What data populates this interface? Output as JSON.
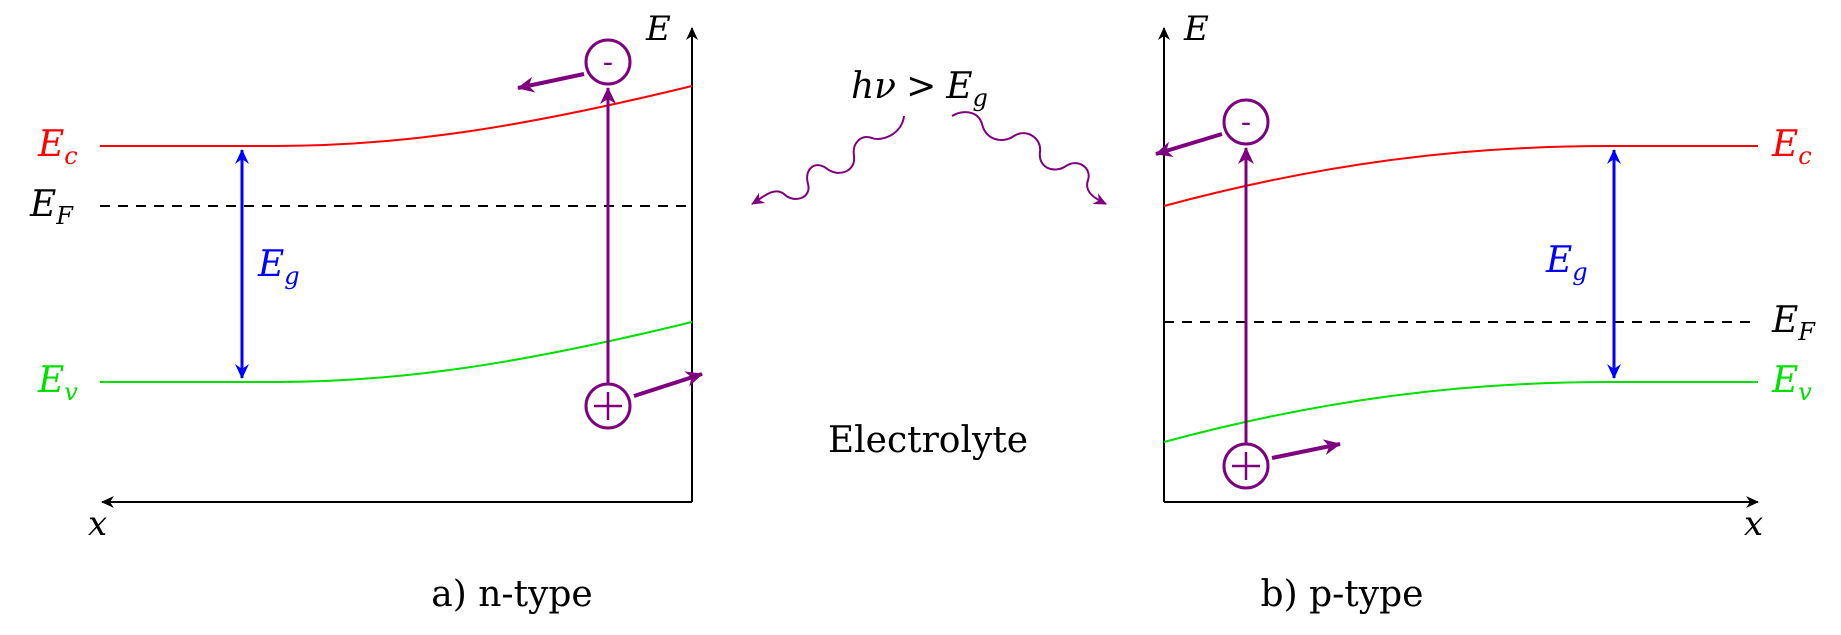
{
  "colors": {
    "conduction": "#ff0000",
    "valence": "#00dd00",
    "gap": "#0000ff",
    "carrier": "#7f007f",
    "axis": "#000000"
  },
  "photon": {
    "h_nu": "hν",
    "gt": ">",
    "E": "E",
    "g_sub": "g"
  },
  "electrolyte_label": "Electrolyte",
  "panels": {
    "n": {
      "caption": "a) n-type",
      "axis_E": "E",
      "axis_x": "x",
      "Ec": {
        "main": "E",
        "sub": "c"
      },
      "EF": {
        "main": "E",
        "sub": "F"
      },
      "Ev": {
        "main": "E",
        "sub": "v"
      },
      "Eg": {
        "main": "E",
        "sub": "g"
      },
      "electron_symbol": "-",
      "hole_symbol": "+"
    },
    "p": {
      "caption": "b) p-type",
      "axis_E": "E",
      "axis_x": "x",
      "Ec": {
        "main": "E",
        "sub": "c"
      },
      "EF": {
        "main": "E",
        "sub": "F"
      },
      "Ev": {
        "main": "E",
        "sub": "v"
      },
      "Eg": {
        "main": "E",
        "sub": "g"
      },
      "electron_symbol": "-",
      "hole_symbol": "+"
    }
  }
}
